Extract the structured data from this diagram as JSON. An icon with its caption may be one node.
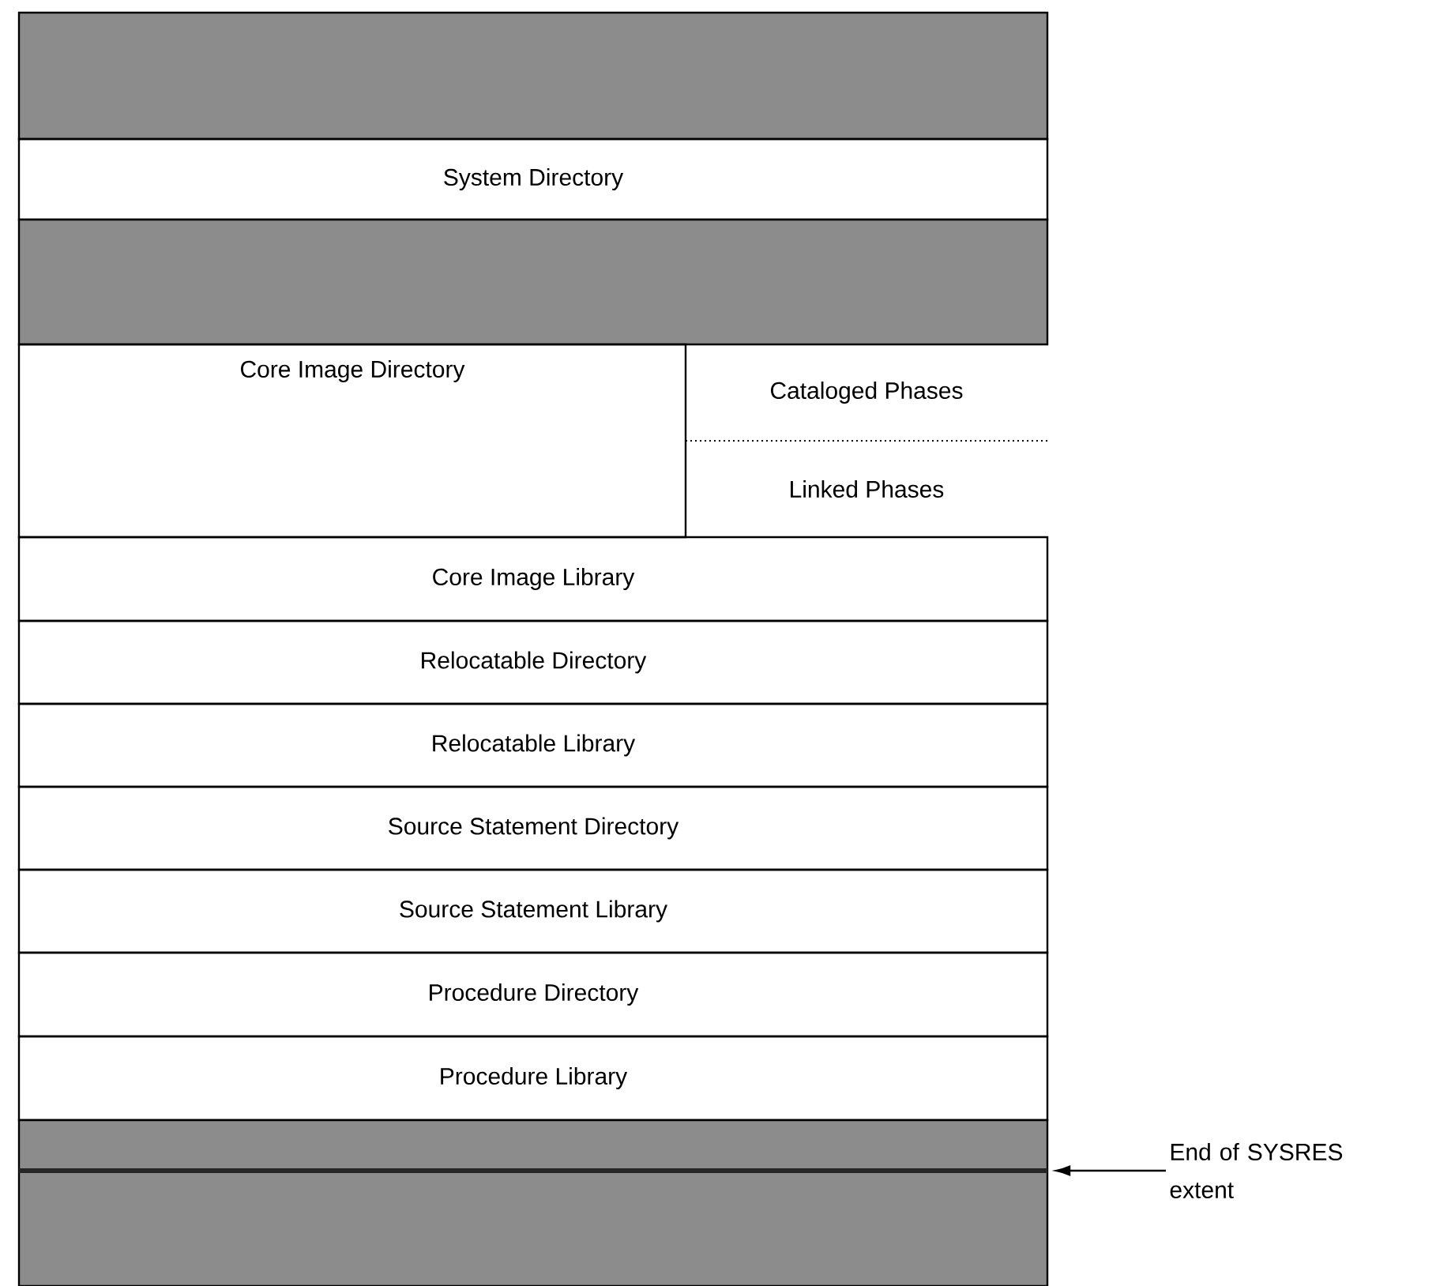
{
  "diagram": {
    "nodes": [
      {
        "text": [],
        "shape": "box"
      },
      {
        "text": [
          "System Directory"
        ]
      },
      {
        "text": [],
        "shape": "box"
      },
      {
        "text": [
          "Core Image Directory"
        ]
      },
      {
        "text": [
          "Cataloged Phases"
        ]
      },
      {
        "text": [
          "Linked Phases"
        ]
      },
      {
        "text": [
          "Core Image Library"
        ]
      },
      {
        "text": [
          "Relocatable Directory"
        ]
      },
      {
        "text": [
          "Relocatable Library"
        ]
      },
      {
        "text": [
          "Source Statement Directory"
        ]
      },
      {
        "text": [
          "Source Statement Library"
        ]
      },
      {
        "text": [
          "Procedure Directory"
        ]
      },
      {
        "text": [
          "Procedure Library"
        ]
      },
      {
        "text": [],
        "shape": "box"
      },
      {
        "text": [
          "End of SYSRES extent"
        ]
      }
    ],
    "edges": [
      {
        "from": 14,
        "to": 13,
        "arrow": "to"
      }
    ]
  }
}
